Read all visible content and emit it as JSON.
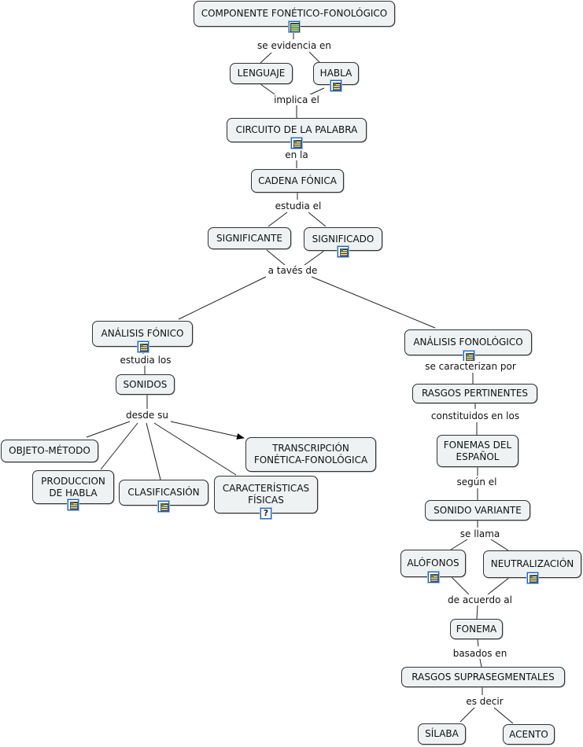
{
  "nodes": {
    "componente": "COMPONENTE FONÉTICO-FONOLÓGICO",
    "lenguaje": "LENGUAJE",
    "habla": "HABLA",
    "circuito": "CIRCUITO DE LA PALABRA",
    "cadena": "CADENA FÓNICA",
    "significante": "SIGNIFICANTE",
    "significado": "SIGNIFICADO",
    "analisis_fonico": "ANÁLISIS FÓNICO",
    "analisis_fonologico": "ANÁLISIS FONOLÓGICO",
    "sonidos": "SONIDOS",
    "objeto_metodo": "OBJETO-MÉTODO",
    "produccion": "PRODUCCION\nDE HABLA",
    "clasificacion": "CLASIFICASIÓN",
    "caracteristicas": "CARACTERÍSTICAS\nFÍSICAS",
    "transcripcion": "TRANSCRIPCIÓN\nFONÉTICA-FONOLÓGICA",
    "rasgos_pertinentes": "RASGOS PERTINENTES",
    "fonemas_espanol": "FONEMAS DEL\nESPAÑOL",
    "sonido_variante": "SONIDO VARIANTE",
    "alofonos": "ALÓFONOS",
    "neutralizacion": "NEUTRALIZACIÓN",
    "fonema": "FONEMA",
    "rasgos_supra": "RASGOS SUPRASEGMENTALES",
    "silaba": "SÍLABA",
    "acento": "ACENTO"
  },
  "link_labels": {
    "se_evidencia_en": "se evidencia en",
    "implica_el": "implica el",
    "en_la": "en la",
    "estudia_el": "estudia el",
    "a_taves_de": "a tavés de",
    "estudia_los": "estudia los",
    "desde_su": "desde su",
    "se_caracterizan_por": "se caracterizan por",
    "constituidos_en_los": "constituidos en los",
    "segun_el": "según el",
    "se_llama": "se llama",
    "de_acuerdo_al": "de acuerdo al",
    "basados_en": "basados en",
    "es_decir": "es decir"
  },
  "icons": {
    "componente": "film-resource-icon",
    "habla": "document-resource-icon",
    "circuito": "document-resource-icon",
    "significado": "document-resource-icon",
    "analisis_fonico": "document-resource-icon",
    "analisis_fonologico": "document-resource-icon",
    "produccion": "document-resource-icon",
    "clasificacion": "document-resource-icon",
    "caracteristicas": "help-resource-icon",
    "alofonos": "document-resource-icon",
    "neutralizacion": "document-resource-icon"
  },
  "colors": {
    "node_fill": "#eef2f2",
    "node_border": "#333333",
    "line": "#222222",
    "icon_border": "#1e5fb4"
  }
}
